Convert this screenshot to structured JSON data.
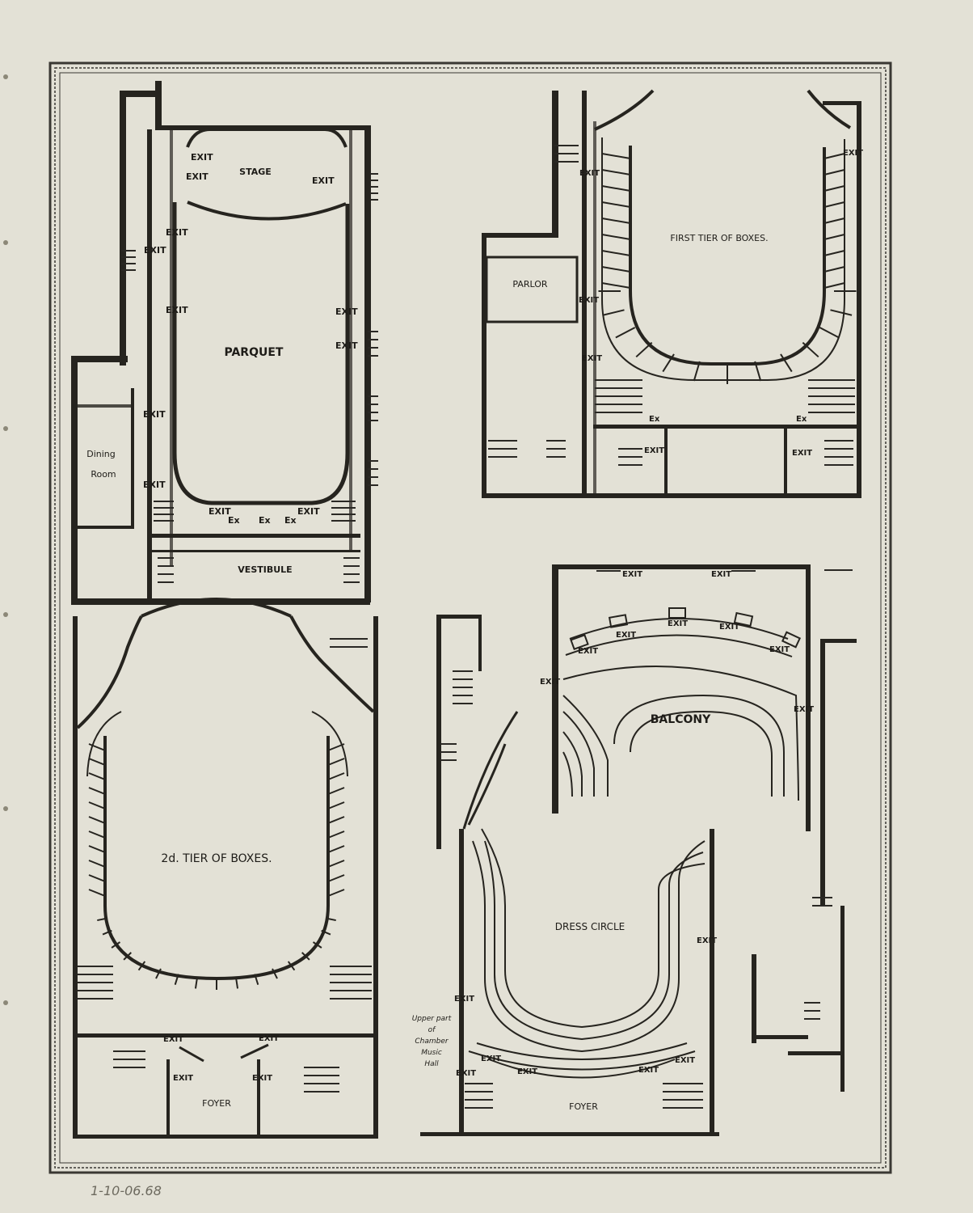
{
  "colors": {
    "paper": "#e3e1d6",
    "ink": "#26241f",
    "edge": "#c9c6b9"
  },
  "plans": {
    "parquet": {
      "room_labels": {
        "stage": "STAGE",
        "parquet": "PARQUET",
        "dining_1": "Dining",
        "dining_2": "Room",
        "vestibule": "VESTIBULE"
      },
      "exit_word": "EXIT",
      "ex_word": "Ex"
    },
    "first_tier": {
      "title": "FIRST TIER OF BOXES.",
      "parlor": "PARLOR",
      "exit_word": "EXIT",
      "ex_word": "Ex"
    },
    "second_tier": {
      "title": "2d. TIER OF BOXES.",
      "foyer": "FOYER",
      "exit_word": "EXIT"
    },
    "balcony": {
      "title": "BALCONY",
      "dress_circle": "DRESS CIRCLE",
      "foyer": "FOYER",
      "hall_note": [
        "Upper part",
        "of",
        "Chamber",
        "Music",
        "Hall"
      ],
      "exit_word": "EXIT"
    }
  },
  "handwritten_note": "1-10-06.68"
}
